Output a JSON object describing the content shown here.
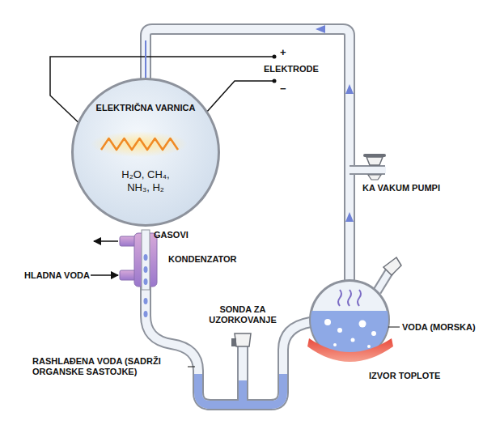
{
  "diagram": {
    "nodes": [
      {
        "text": [
          "ELEKTRIČNA VARNICA",
          "H₂O, CH₄, NH₃, H₂"
        ]
      }
    ],
    "labels": [
      "+",
      "−",
      "ELEKTRODE",
      "GASOVI",
      "KONDENZATOR",
      "HLADNA VODA",
      "SONDA ZA UZORKOVANJE",
      "RASHLAĐENA VODA (SADRŽI ORGANSKE SASTOJKE)",
      "KA VAKUM PUMPI",
      "VODA (MORSKA)",
      "IZVOR TOPLOTE"
    ]
  }
}
